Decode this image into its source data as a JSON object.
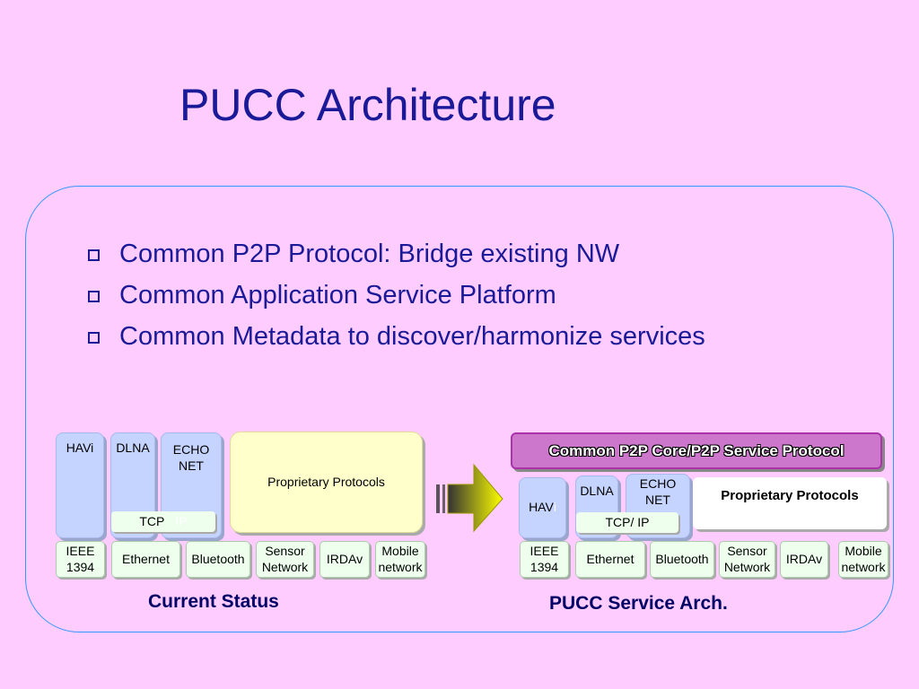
{
  "title": "PUCC Architecture",
  "bullets": [
    "Common P2P Protocol: Bridge existing NW",
    "Common Application Service Platform",
    "Common Metadata to discover/harmonize services"
  ],
  "left": {
    "havi": "HAVi",
    "dlna": "DLNA",
    "echo_net": "ECHO\nNET",
    "proprietary": "Proprietary Protocols",
    "tcp": "TCP",
    "ip": "IP",
    "ieee": "IEEE\n1394",
    "ethernet": "Ethernet",
    "bluetooth": "Bluetooth",
    "sensor": "Sensor\nNetwork",
    "irdav": "IRDAv",
    "mobile": "Mobile\nnetwork",
    "caption": "Current Status"
  },
  "right": {
    "core": "Common P2P Core/P2P Service Protocol",
    "havi": "HAV",
    "havi_i": "i",
    "dlna": "DLNA",
    "echo_net": "ECHO\nNET",
    "proprietary": "Proprietary Protocols",
    "tcp_ip": "TCP/ IP",
    "ieee": "IEEE\n1394",
    "ethernet": "Ethernet",
    "bluetooth": "Bluetooth",
    "sensor": "Sensor\nNetwork",
    "irdav": "IRDAv",
    "mobile": "Mobile\nnetwork",
    "caption": "PUCC Service Arch."
  },
  "colors": {
    "background": "#ffccff",
    "title": "#1a1a99",
    "frame_border": "#3399ff",
    "protocol_box": "#c5d3ff",
    "proprietary_box": "#ffffcc",
    "network_box": "#eeffee",
    "core_box": "#cc77cc",
    "arrow_from": "#333333",
    "arrow_to": "#ffff00"
  }
}
